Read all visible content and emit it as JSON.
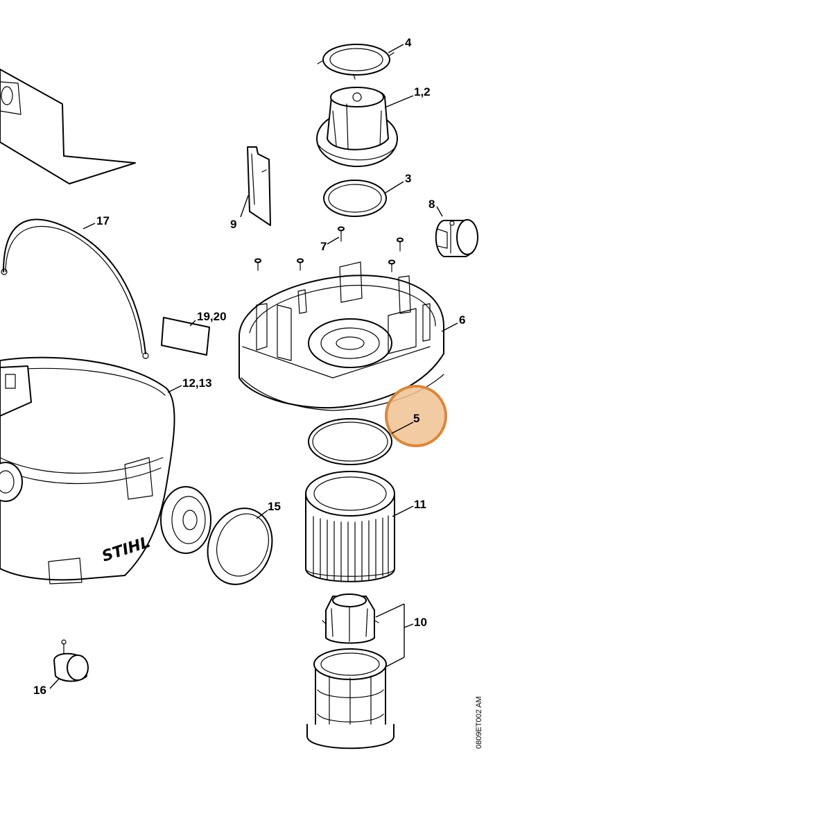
{
  "diagram": {
    "callouts": {
      "c4": "4",
      "c12": "1,2",
      "c3": "3",
      "c8": "8",
      "c9": "9",
      "c7": "7",
      "c17": "17",
      "c6": "6",
      "c1920": "19,20",
      "c1213": "12,13",
      "c5": "5",
      "c15": "15",
      "c11": "11",
      "c10": "10",
      "c16": "16"
    },
    "brand_mark": "STIHL",
    "drawing_code": "0809ET002 AM",
    "highlight": {
      "item": "5",
      "color": "#f1c293",
      "border_color": "#d9883d"
    }
  }
}
